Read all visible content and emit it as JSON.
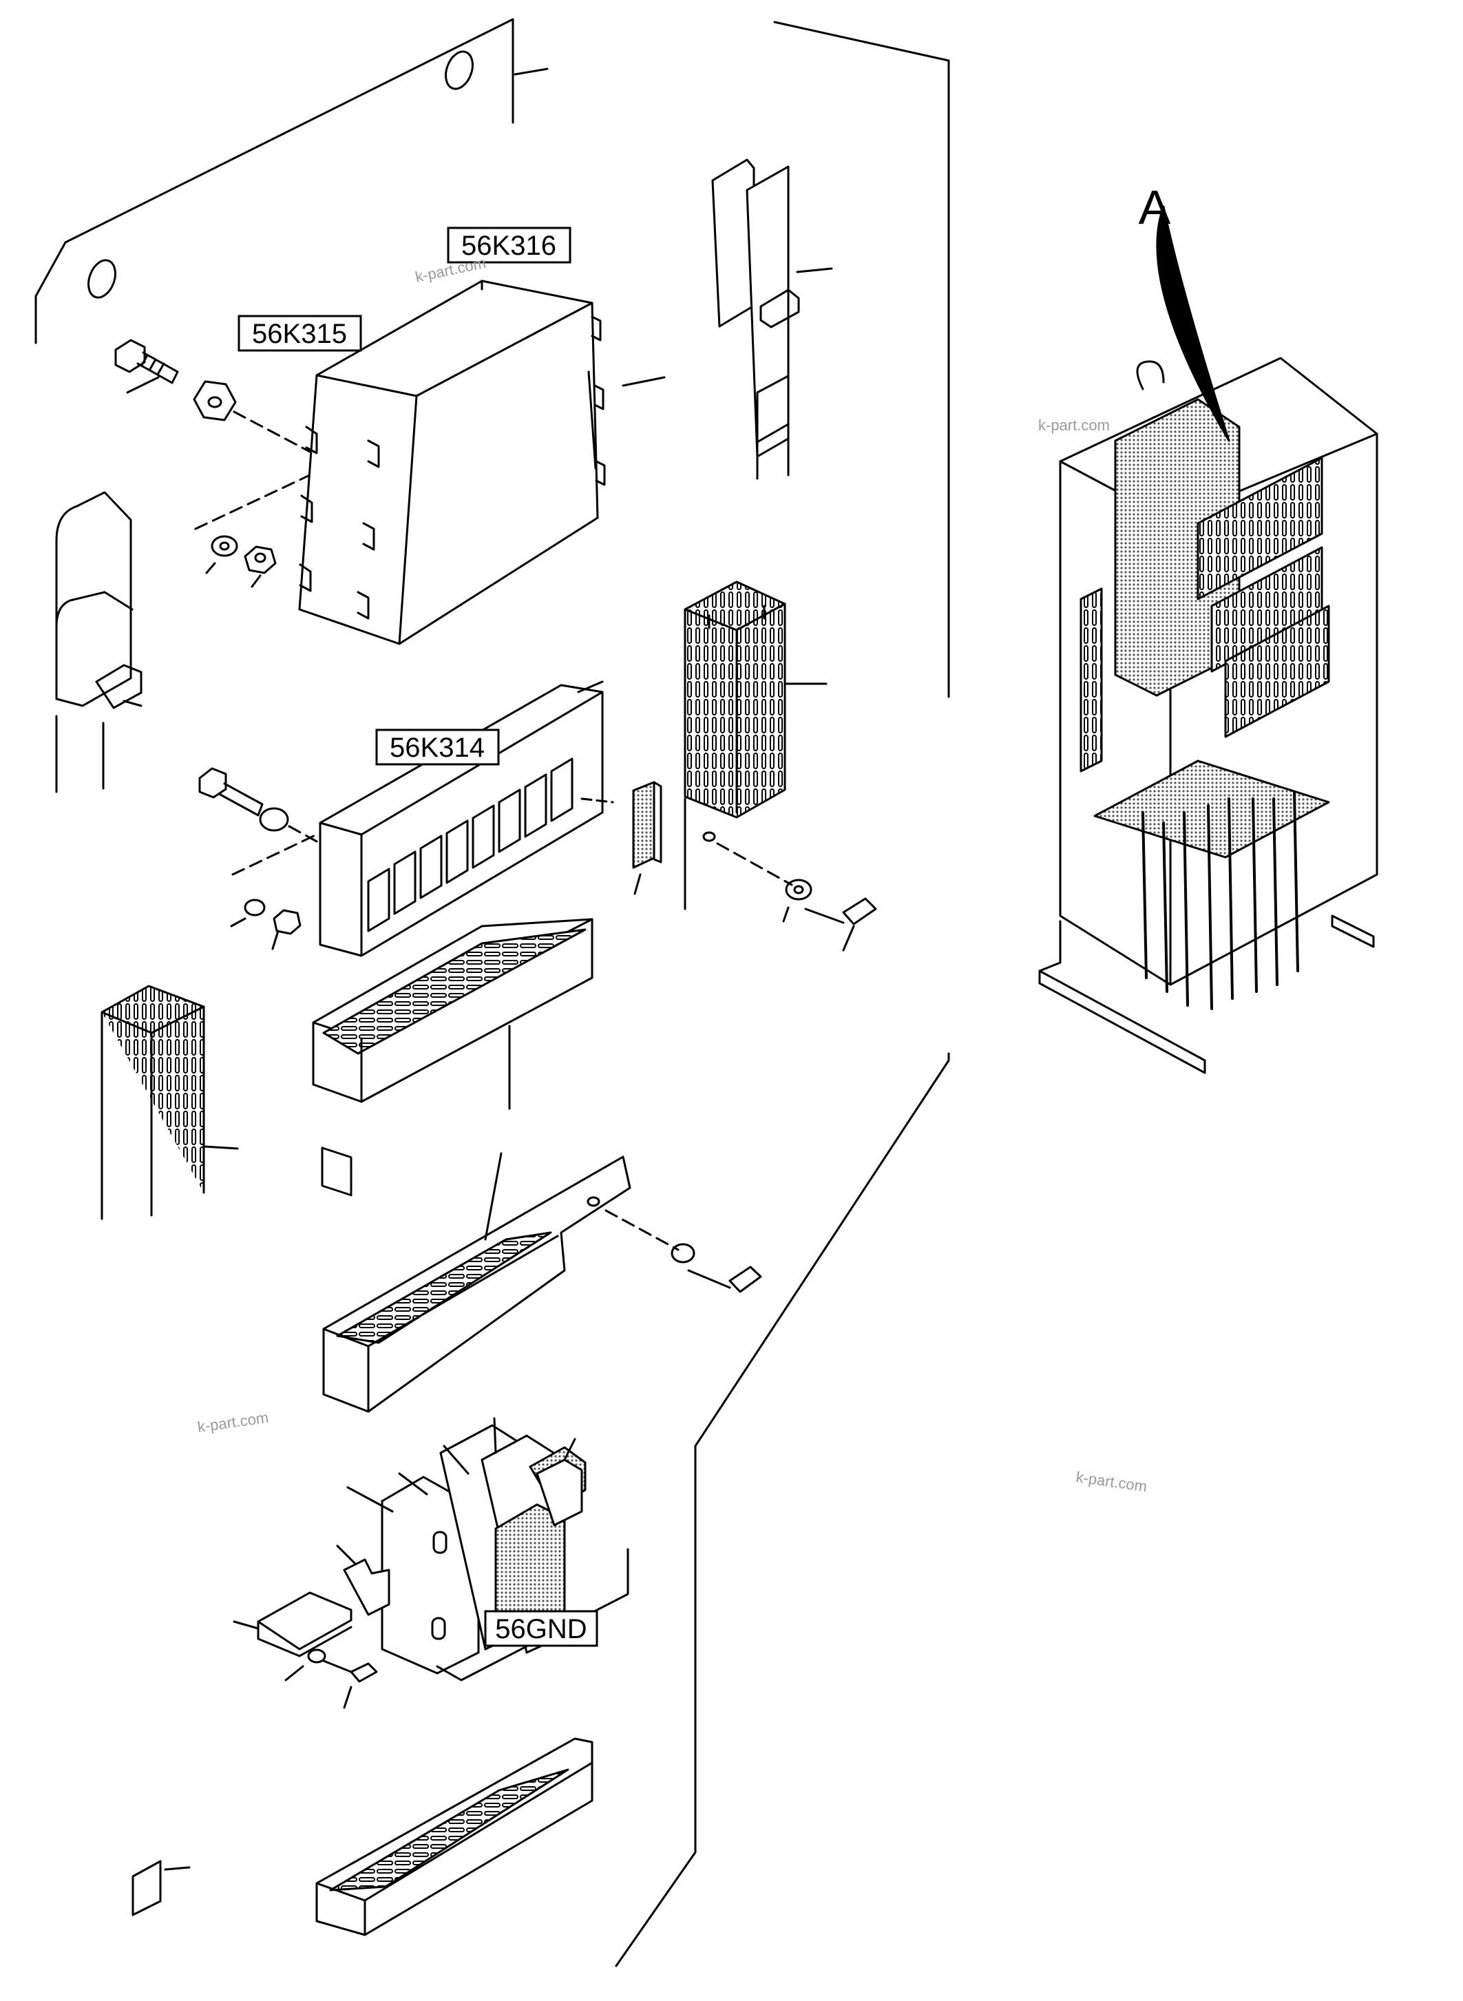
{
  "labels": {
    "k315": "56K315",
    "k316": "56K316",
    "k314": "56K314",
    "gnd": "56GND",
    "view_a": "A"
  },
  "watermark": "k-part.com",
  "colors": {
    "ink": "#000000",
    "paper": "#ffffff",
    "watermark": "#9a9a9a",
    "hatch": "#555555"
  }
}
